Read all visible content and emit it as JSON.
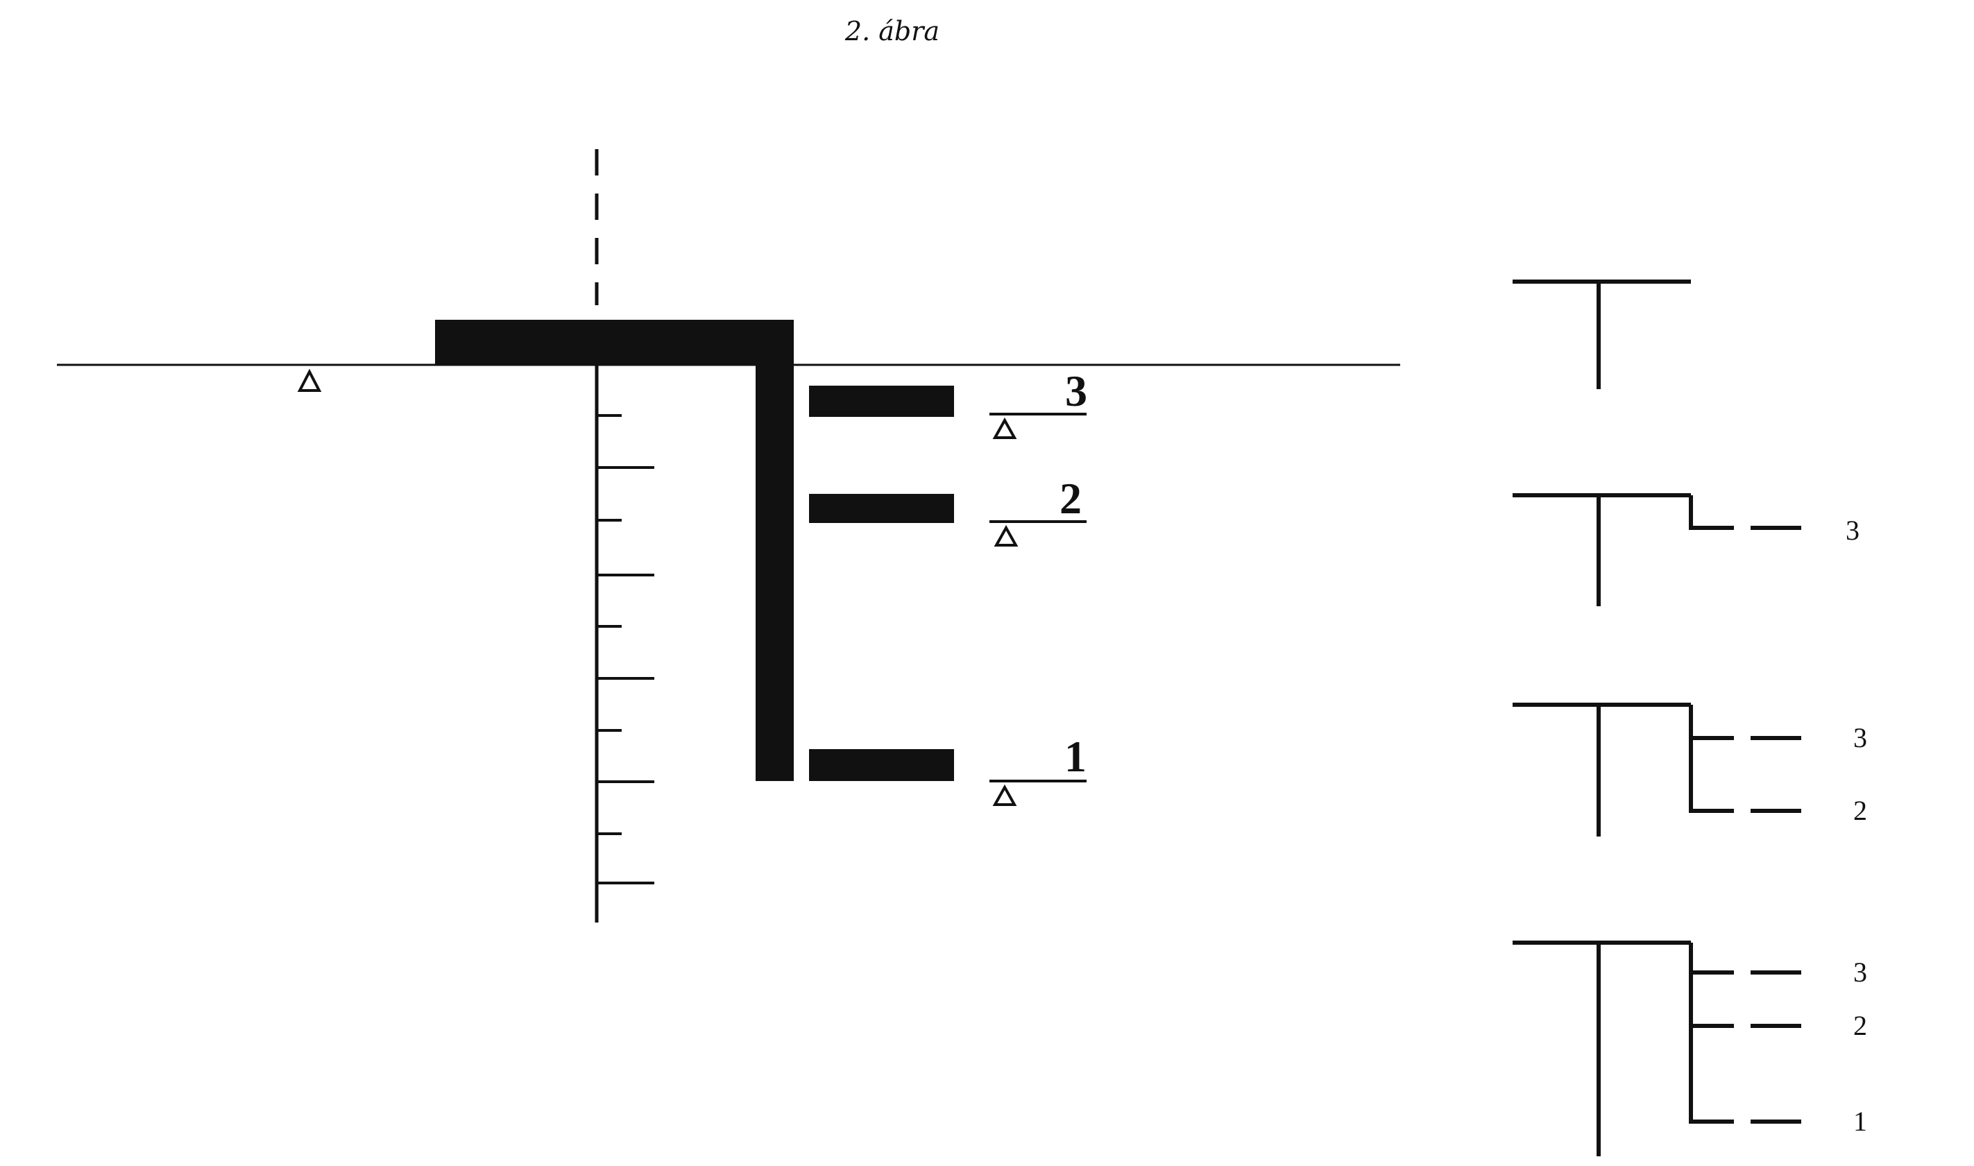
{
  "title": "2. ábra",
  "main_diagram": {
    "levels": [
      {
        "label": "3"
      },
      {
        "label": "2"
      },
      {
        "label": "1"
      }
    ]
  },
  "stages": [
    {
      "branches": []
    },
    {
      "branches": [
        "3"
      ]
    },
    {
      "branches": [
        "3",
        "2"
      ]
    },
    {
      "branches": [
        "3",
        "2",
        "1"
      ]
    }
  ],
  "colors": {
    "ink": "#111111",
    "background": "#ffffff"
  }
}
